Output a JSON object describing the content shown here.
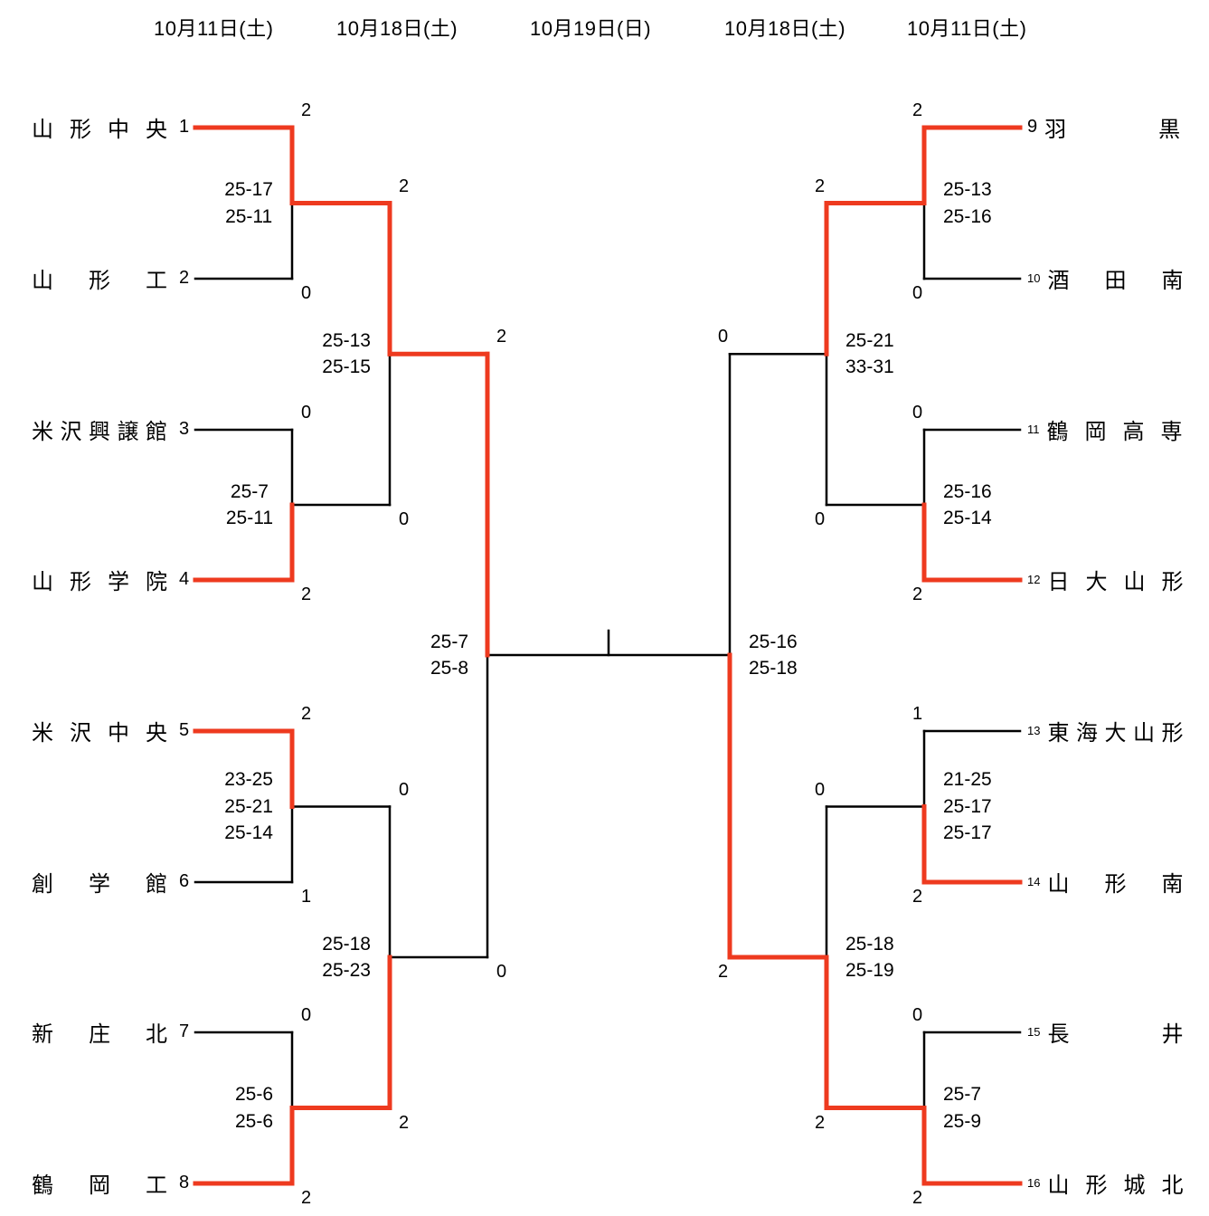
{
  "colors": {
    "winner": "#ee3a1f",
    "loser": "#000000"
  },
  "dates": [
    "10月11日(土)",
    "10月18日(土)",
    "10月19日(日)",
    "10月18日(土)",
    "10月11日(土)"
  ],
  "teams": [
    {
      "seed": "1",
      "name": "山形中央",
      "side": "left"
    },
    {
      "seed": "2",
      "name": "山形工",
      "side": "left"
    },
    {
      "seed": "3",
      "name": "米沢興譲館",
      "side": "left"
    },
    {
      "seed": "4",
      "name": "山形学院",
      "side": "left"
    },
    {
      "seed": "5",
      "name": "米沢中央",
      "side": "left"
    },
    {
      "seed": "6",
      "name": "創学館",
      "side": "left"
    },
    {
      "seed": "7",
      "name": "新庄北",
      "side": "left"
    },
    {
      "seed": "8",
      "name": "鶴岡工",
      "side": "left"
    },
    {
      "seed": "9",
      "name": "羽黒",
      "side": "right"
    },
    {
      "seed": "10",
      "name": "酒田南",
      "side": "right"
    },
    {
      "seed": "11",
      "name": "鶴岡高専",
      "side": "right"
    },
    {
      "seed": "12",
      "name": "日大山形",
      "side": "right"
    },
    {
      "seed": "13",
      "name": "東海大山形",
      "side": "right"
    },
    {
      "seed": "14",
      "name": "山形南",
      "side": "right"
    },
    {
      "seed": "15",
      "name": "長井",
      "side": "right"
    },
    {
      "seed": "16",
      "name": "山形城北",
      "side": "right"
    }
  ],
  "matches": [
    {
      "id": "L1-1",
      "round": 1,
      "side": "left",
      "top_score": "2",
      "bottom_score": "0",
      "winner": "top",
      "sets": [
        "25-17",
        "25-11"
      ]
    },
    {
      "id": "L1-2",
      "round": 1,
      "side": "left",
      "top_score": "0",
      "bottom_score": "2",
      "winner": "bottom",
      "sets": [
        "25-7",
        "25-11"
      ]
    },
    {
      "id": "L1-3",
      "round": 1,
      "side": "left",
      "top_score": "2",
      "bottom_score": "1",
      "winner": "top",
      "sets": [
        "23-25",
        "25-21",
        "25-14"
      ]
    },
    {
      "id": "L1-4",
      "round": 1,
      "side": "left",
      "top_score": "0",
      "bottom_score": "2",
      "winner": "bottom",
      "sets": [
        "25-6",
        "25-6"
      ]
    },
    {
      "id": "L2-1",
      "round": 2,
      "side": "left",
      "top_score": "2",
      "bottom_score": "0",
      "winner": "top",
      "sets": [
        "25-13",
        "25-15"
      ]
    },
    {
      "id": "L2-2",
      "round": 2,
      "side": "left",
      "top_score": "0",
      "bottom_score": "2",
      "winner": "bottom",
      "sets": [
        "25-18",
        "25-23"
      ]
    },
    {
      "id": "L3-1",
      "round": 3,
      "side": "left",
      "top_score": "2",
      "bottom_score": "0",
      "winner": "top",
      "sets": [
        "25-7",
        "25-8"
      ]
    },
    {
      "id": "R1-1",
      "round": 1,
      "side": "right",
      "top_score": "2",
      "bottom_score": "0",
      "winner": "top",
      "sets": [
        "25-13",
        "25-16"
      ]
    },
    {
      "id": "R1-2",
      "round": 1,
      "side": "right",
      "top_score": "0",
      "bottom_score": "2",
      "winner": "bottom",
      "sets": [
        "25-16",
        "25-14"
      ]
    },
    {
      "id": "R1-3",
      "round": 1,
      "side": "right",
      "top_score": "1",
      "bottom_score": "2",
      "winner": "bottom",
      "sets": [
        "21-25",
        "25-17",
        "25-17"
      ]
    },
    {
      "id": "R1-4",
      "round": 1,
      "side": "right",
      "top_score": "0",
      "bottom_score": "2",
      "winner": "bottom",
      "sets": [
        "25-7",
        "25-9"
      ]
    },
    {
      "id": "R2-1",
      "round": 2,
      "side": "right",
      "top_score": "2",
      "bottom_score": "0",
      "winner": "top",
      "sets": [
        "25-21",
        "33-31"
      ]
    },
    {
      "id": "R2-2",
      "round": 2,
      "side": "right",
      "top_score": "0",
      "bottom_score": "2",
      "winner": "bottom",
      "sets": [
        "25-18",
        "25-19"
      ]
    },
    {
      "id": "R3-1",
      "round": 3,
      "side": "right",
      "top_score": "0",
      "bottom_score": "2",
      "winner": "bottom",
      "sets": [
        "25-16",
        "25-18"
      ]
    }
  ]
}
